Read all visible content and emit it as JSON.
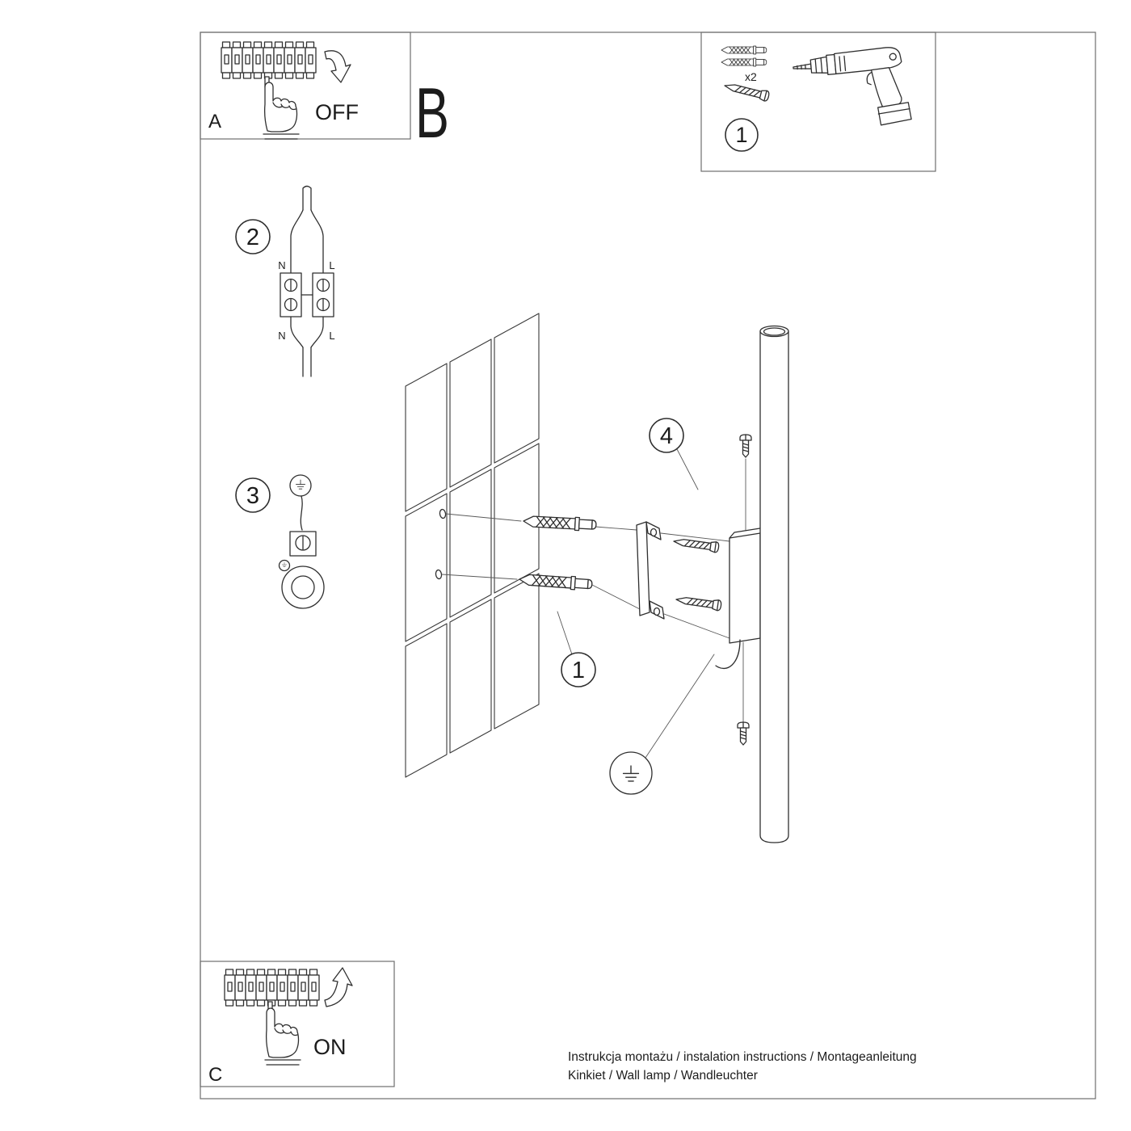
{
  "panel_a": {
    "letter": "A",
    "switch_label": "OFF"
  },
  "section_b": {
    "letter": "B"
  },
  "tools_box": {
    "step_number": "1",
    "anchor_quantity": "x2"
  },
  "step2": {
    "number": "2",
    "top_n": "N",
    "top_l": "L",
    "bottom_n": "N",
    "bottom_l": "L"
  },
  "step3": {
    "number": "3"
  },
  "main_diagram": {
    "anchors_step_number": "1",
    "bracket_step_number": "4"
  },
  "panel_c": {
    "letter": "C",
    "switch_label": "ON"
  },
  "footer": {
    "line1": "Instrukcja montażu / instalation instructions / Montageanleitung",
    "line2": "Kinkiet / Wall lamp / Wandleuchter"
  },
  "colors": {
    "line": "#2f2f2f",
    "frame": "#6f6f6f",
    "background": "#ffffff"
  }
}
